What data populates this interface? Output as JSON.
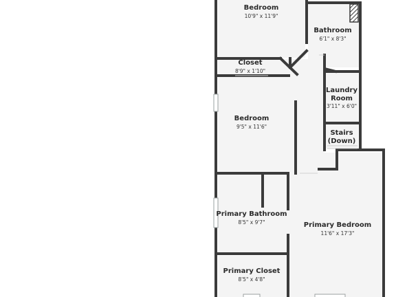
{
  "rooms": {
    "bedroom_top": {
      "name": "Bedroom",
      "dim": "10'9\" x 11'9\""
    },
    "bathroom": {
      "name": "Bathroom",
      "dim": "6'1\" x 8'3\""
    },
    "closet": {
      "name": "Closet",
      "dim": "8'9\" x 1'10\""
    },
    "laundry": {
      "name_line1": "Laundry",
      "name_line2": "Room",
      "dim": "3'11\" x 6'0\""
    },
    "bedroom_mid": {
      "name": "Bedroom",
      "dim": "9'5\" x 11'6\""
    },
    "stairs": {
      "name_line1": "Stairs",
      "name_line2": "(Down)"
    },
    "primary_bathroom": {
      "name": "Primary Bathroom",
      "dim": "8'5\" x 9'7\""
    },
    "primary_bedroom": {
      "name": "Primary Bedroom",
      "dim": "11'6\" x 17'3\""
    },
    "primary_closet": {
      "name": "Primary Closet",
      "dim": "8'5\" x 4'8\""
    }
  },
  "colors": {
    "wall": "#3b3b3b",
    "floor": "#f4f4f4",
    "window": "#cfd8d8"
  }
}
